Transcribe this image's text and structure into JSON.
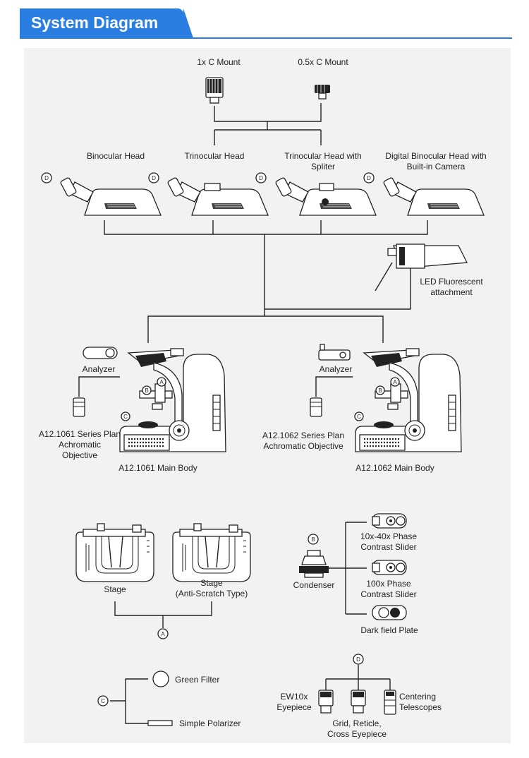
{
  "header": {
    "title": "System Diagram"
  },
  "labels": {
    "mount_1x": "1x C Mount",
    "mount_05x": "0.5x C Mount",
    "binocular_head": "Binocular Head",
    "trinocular_head": "Trinocular Head",
    "trinocular_splitter": "Trinocular Head with\nSpliter",
    "digital_binocular": "Digital Binocular Head with\nBuilt-in Camera",
    "led_fluorescent": "LED Fluorescent\nattachment",
    "analyzer_left": "Analyzer",
    "analyzer_right": "Analyzer",
    "objective_1061": "A12.1061 Series Plan\nAchromatic\nObjective",
    "objective_1062": "A12.1062 Series Plan\nAchromatic Objective",
    "main_body_1061": "A12.1061 Main Body",
    "main_body_1062": "A12.1062 Main Body",
    "stage": "Stage",
    "stage_anti": "Stage\n(Anti-Scratch Type)",
    "condenser": "Condenser",
    "phase_10_40": "10x-40x Phase\nContrast Slider",
    "phase_100": "100x Phase\nContrast Slider",
    "dark_field": "Dark field Plate",
    "green_filter": "Green Filter",
    "simple_polarizer": "Simple Polarizer",
    "ew10x": "EW10x\nEyepiece",
    "grid_reticle": "Grid, Reticle,\nCross Eyepiece",
    "centering": "Centering\nTelescopes"
  },
  "badges": {
    "a": "A",
    "b": "B",
    "c": "C",
    "d": "D"
  }
}
